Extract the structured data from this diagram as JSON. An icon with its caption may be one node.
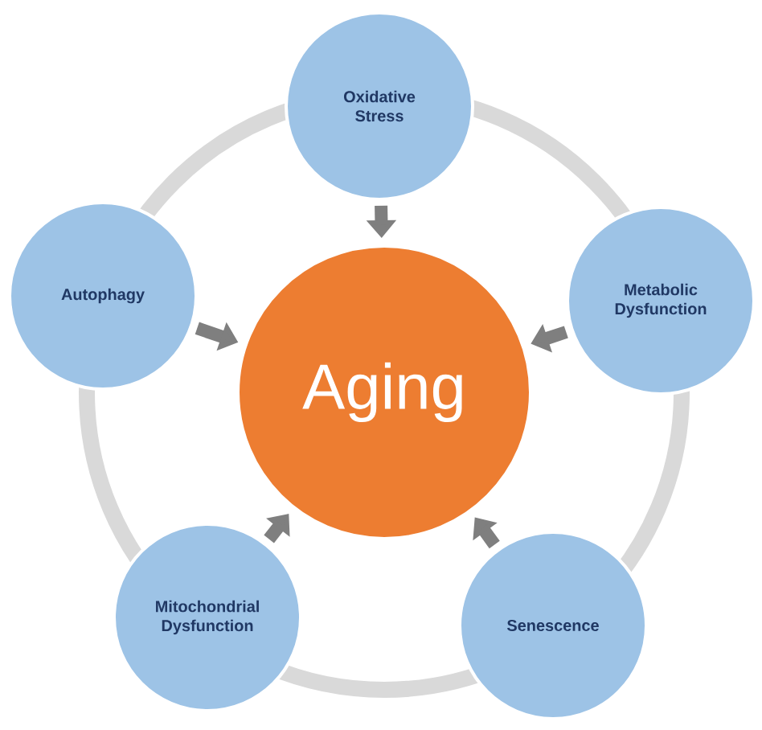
{
  "diagram": {
    "nodes": [
      {
        "text": [
          "Aging"
        ]
      },
      {
        "text": [
          "Oxidative Stress"
        ]
      },
      {
        "text": [
          "Metabolic Dysfunction"
        ]
      },
      {
        "text": [
          "Senescence"
        ]
      },
      {
        "text": [
          "Mitochondrial Dysfunction"
        ]
      },
      {
        "text": [
          "Autophagy"
        ]
      }
    ],
    "edges": [
      {
        "from": 1,
        "to": 0,
        "arrow": "to"
      },
      {
        "from": 2,
        "to": 0,
        "arrow": "to"
      },
      {
        "from": 3,
        "to": 0,
        "arrow": "to"
      },
      {
        "from": 4,
        "to": 0,
        "arrow": "to"
      },
      {
        "from": 5,
        "to": 0,
        "arrow": "to"
      }
    ]
  }
}
